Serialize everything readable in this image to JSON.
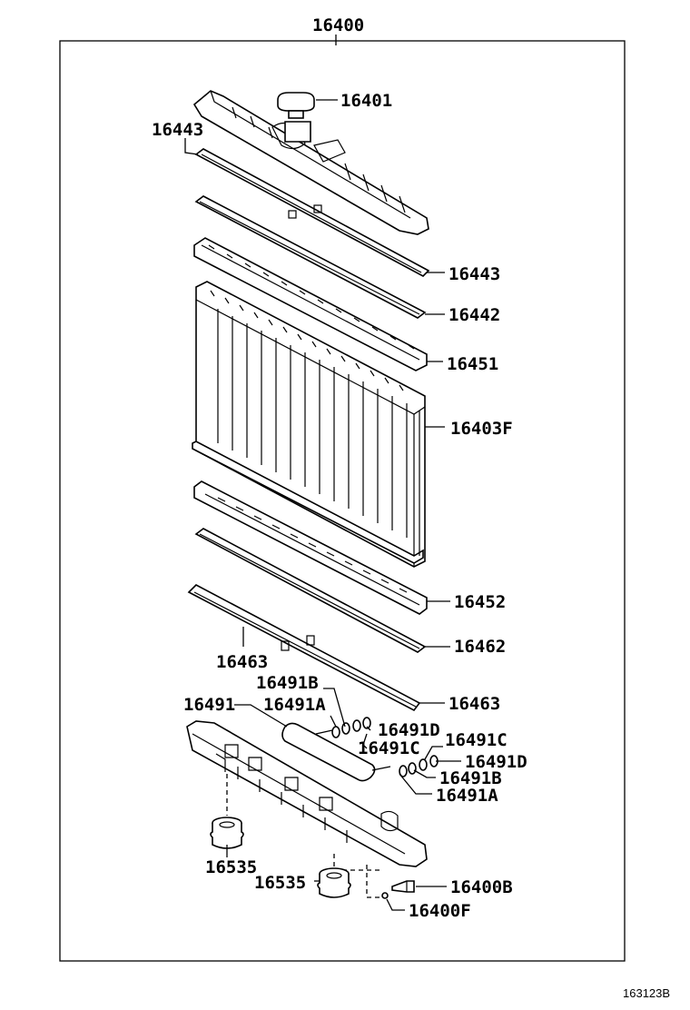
{
  "assembly_number": "16400",
  "reference_code": "163123B",
  "callouts": [
    {
      "id": "c1",
      "text": "16401"
    },
    {
      "id": "c2",
      "text": "16443"
    },
    {
      "id": "c3",
      "text": "16443"
    },
    {
      "id": "c4",
      "text": "16442"
    },
    {
      "id": "c5",
      "text": "16451"
    },
    {
      "id": "c6",
      "text": "16403F"
    },
    {
      "id": "c7",
      "text": "16452"
    },
    {
      "id": "c8",
      "text": "16462"
    },
    {
      "id": "c9",
      "text": "16463"
    },
    {
      "id": "c10",
      "text": "16463"
    },
    {
      "id": "c11",
      "text": "16491B"
    },
    {
      "id": "c12",
      "text": "16491"
    },
    {
      "id": "c13",
      "text": "16491A"
    },
    {
      "id": "c14",
      "text": "16491D"
    },
    {
      "id": "c15",
      "text": "16491C"
    },
    {
      "id": "c16",
      "text": "16491C"
    },
    {
      "id": "c17",
      "text": "16491D"
    },
    {
      "id": "c18",
      "text": "16491B"
    },
    {
      "id": "c19",
      "text": "16491A"
    },
    {
      "id": "c20",
      "text": "16535"
    },
    {
      "id": "c21",
      "text": "16535"
    },
    {
      "id": "c22",
      "text": "16400B"
    },
    {
      "id": "c23",
      "text": "16400F"
    }
  ]
}
